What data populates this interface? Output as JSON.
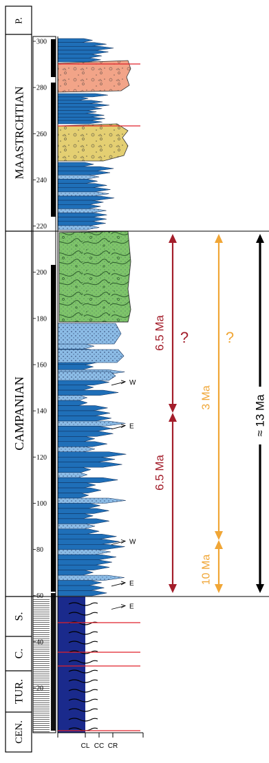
{
  "stages": [
    {
      "id": "paleocene",
      "label": "P."
    },
    {
      "id": "maastrichtian",
      "label": "MAASTRCHTIAN"
    },
    {
      "id": "campanian",
      "label": "CAMPANIAN"
    },
    {
      "id": "santonian",
      "label": "S."
    },
    {
      "id": "coniacian",
      "label": "C."
    },
    {
      "id": "turonian",
      "label": "TUR."
    },
    {
      "id": "cenomanian",
      "label": "CEN."
    }
  ],
  "thickness_ticks": [
    "300",
    "280",
    "260",
    "240",
    "220",
    "200",
    "180",
    "160",
    "140",
    "120",
    "100",
    "80",
    "60",
    "40",
    "20"
  ],
  "grain_size_labels": [
    "CL",
    "CC",
    "CR"
  ],
  "paleocurrents": [
    {
      "label": "W",
      "level": 152
    },
    {
      "label": "E",
      "level": 133
    },
    {
      "label": "W",
      "level": 83
    },
    {
      "label": "E",
      "level": 65
    },
    {
      "label": "E",
      "level": 55
    }
  ],
  "duration_annotations": {
    "upper_campanian": "6.5 Ma",
    "upper_question": "?",
    "lower_campanian": "6.5 Ma",
    "orange_upper": "3 Ma",
    "orange_question": "?",
    "orange_lower": "10 Ma",
    "total_campanian": "≈ 13 Ma"
  },
  "colors": {
    "red_arrow": "#a31d2a",
    "orange_arrow": "#f0a636",
    "black_arrow": "#000000",
    "turbidite_blue": "#1f6fb8",
    "light_blue": "#8cbce6",
    "deep_blue": "#1a2a8c",
    "salmon": "#f2a488",
    "yellow": "#e4cf72",
    "green": "#7ec46a",
    "red_line": "#e0202a"
  }
}
